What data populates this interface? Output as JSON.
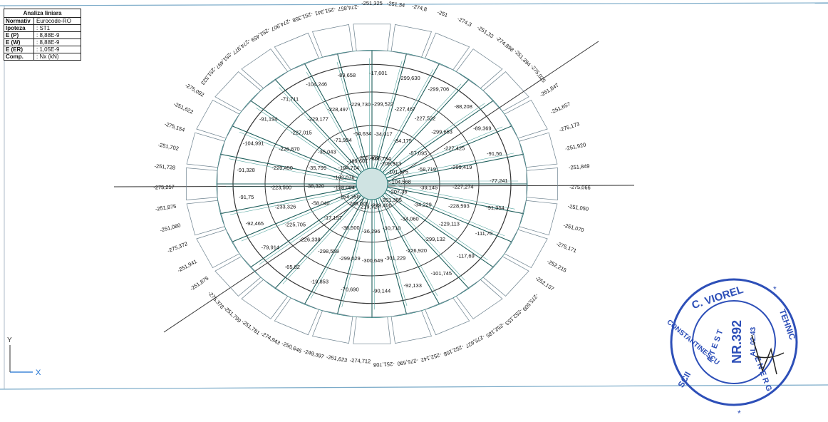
{
  "info_box": {
    "title": "Analiza liniara",
    "rows": [
      {
        "key": "Normativ",
        "value": "Eurocode-RO"
      },
      {
        "key": "Ipoteza",
        "value": ": ST1"
      },
      {
        "key": "E (P)",
        "value": ": 8,88E-9"
      },
      {
        "key": "E (W)",
        "value": ": 8,88E-9"
      },
      {
        "key": "E (ER)",
        "value": ": 1,05E-9"
      },
      {
        "key": "Comp.",
        "value": ": Nx (kN)"
      }
    ]
  },
  "axes": {
    "x": "X",
    "y": "Y"
  },
  "outer_labels": [
    "-251,325",
    "-251,34",
    "-274,8",
    "-251",
    "-274,3",
    "-251,33",
    "-274,898",
    "-251,394",
    "-275,025",
    "-251,847",
    "-251,657",
    "-275,173",
    "-251,920",
    "-251,849",
    "-275,066",
    "-251,050",
    "-251,070",
    "-275,171",
    "-252,215",
    "-252,137",
    "-275,509",
    "-252,153",
    "-252,185",
    "-275,627",
    "-252,158",
    "-252,142",
    "-275,590",
    "-251,708",
    "-274,712",
    "-251,623",
    "-249,397",
    "-250,646",
    "-274,943",
    "-251,781",
    "-251,799",
    "-275,378",
    "-251,875",
    "-251,941",
    "-275,372",
    "-251,080",
    "-251,875",
    "-275,257",
    "-251,728",
    "-251,702",
    "-275,154",
    "-251,622",
    "-275,092",
    "-251,523",
    "-251,497",
    "-274,977",
    "-251,459",
    "-274,907",
    "-251,358",
    "-251,341",
    "-274,857"
  ],
  "ring4_labels": [
    "-17,601",
    "-299,630",
    "-299,706",
    "-88,208",
    "-89,369",
    "-91,56",
    "-77,241",
    "-91,354",
    "-111,70",
    "-117,69",
    "-101,745",
    "-92,133",
    "-90,144",
    "-70,690",
    "-19,853",
    "-65,82",
    "-79,914",
    "-92,465",
    "-91,75",
    "-91,328",
    "-104,991",
    "-91,194",
    "-71,711",
    "-104,246",
    "-89,658"
  ],
  "ring3_labels": [
    "-299,522",
    "-227,467",
    "-227,522",
    "-299,653",
    "-227,425",
    "-299,419",
    "-227,274",
    "-228,593",
    "-229,113",
    "-299,132",
    "-226,920",
    "-301,229",
    "-300,649",
    "-299,029",
    "-298,559",
    "-226,338",
    "-225,705",
    "-233,326",
    "-223,500",
    "-229,450",
    "-226,870",
    "-227,015",
    "-229,177",
    "-228,497",
    "-229,730"
  ],
  "ring2_labels": [
    "-34,017",
    "-34,175",
    "-57,095",
    "-58,719",
    "-39,145",
    "-34,229",
    "-34,060",
    "-30,710",
    "-36,296",
    "-36,500",
    "-17,157",
    "-58,040",
    "-38,320",
    "-35,799",
    "-35,043",
    "-71,994",
    "-54,634"
  ],
  "ring1_labels": [
    "-106,734",
    "-208,913",
    "-101,575",
    "-104,568",
    "-207,36",
    "-201,355",
    "-219,400",
    "-219,727",
    "-205,005",
    "-154,350",
    "-158,094",
    "-102,076",
    "-104,714",
    "-189,601",
    "-200,461"
  ],
  "stamp": {
    "name": "C. VIOREL",
    "firstname": "SCII",
    "number": "NR.392",
    "date": "AL.02.43",
    "side_left": "CONSTANTINESCU",
    "side_right": "E N E R G",
    "right_word": "TEHNIC",
    "letters": "A T E S T"
  }
}
